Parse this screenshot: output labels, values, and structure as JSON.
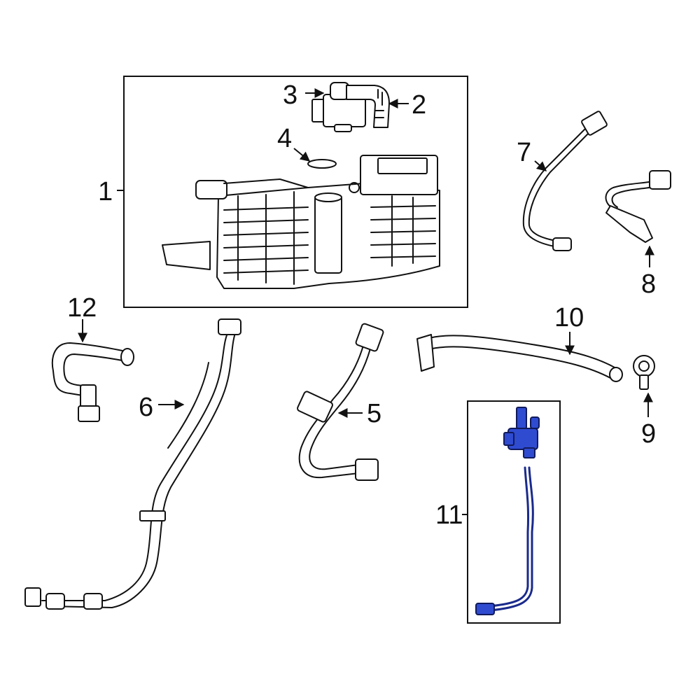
{
  "callouts": {
    "c1": "1",
    "c2": "2",
    "c3": "3",
    "c4": "4",
    "c5": "5",
    "c6": "6",
    "c7": "7",
    "c8": "8",
    "c9": "9",
    "c10": "10",
    "c11": "11",
    "c12": "12"
  },
  "colors": {
    "line": "#111111",
    "highlight": "#2f4bd0",
    "background": "#ffffff"
  }
}
